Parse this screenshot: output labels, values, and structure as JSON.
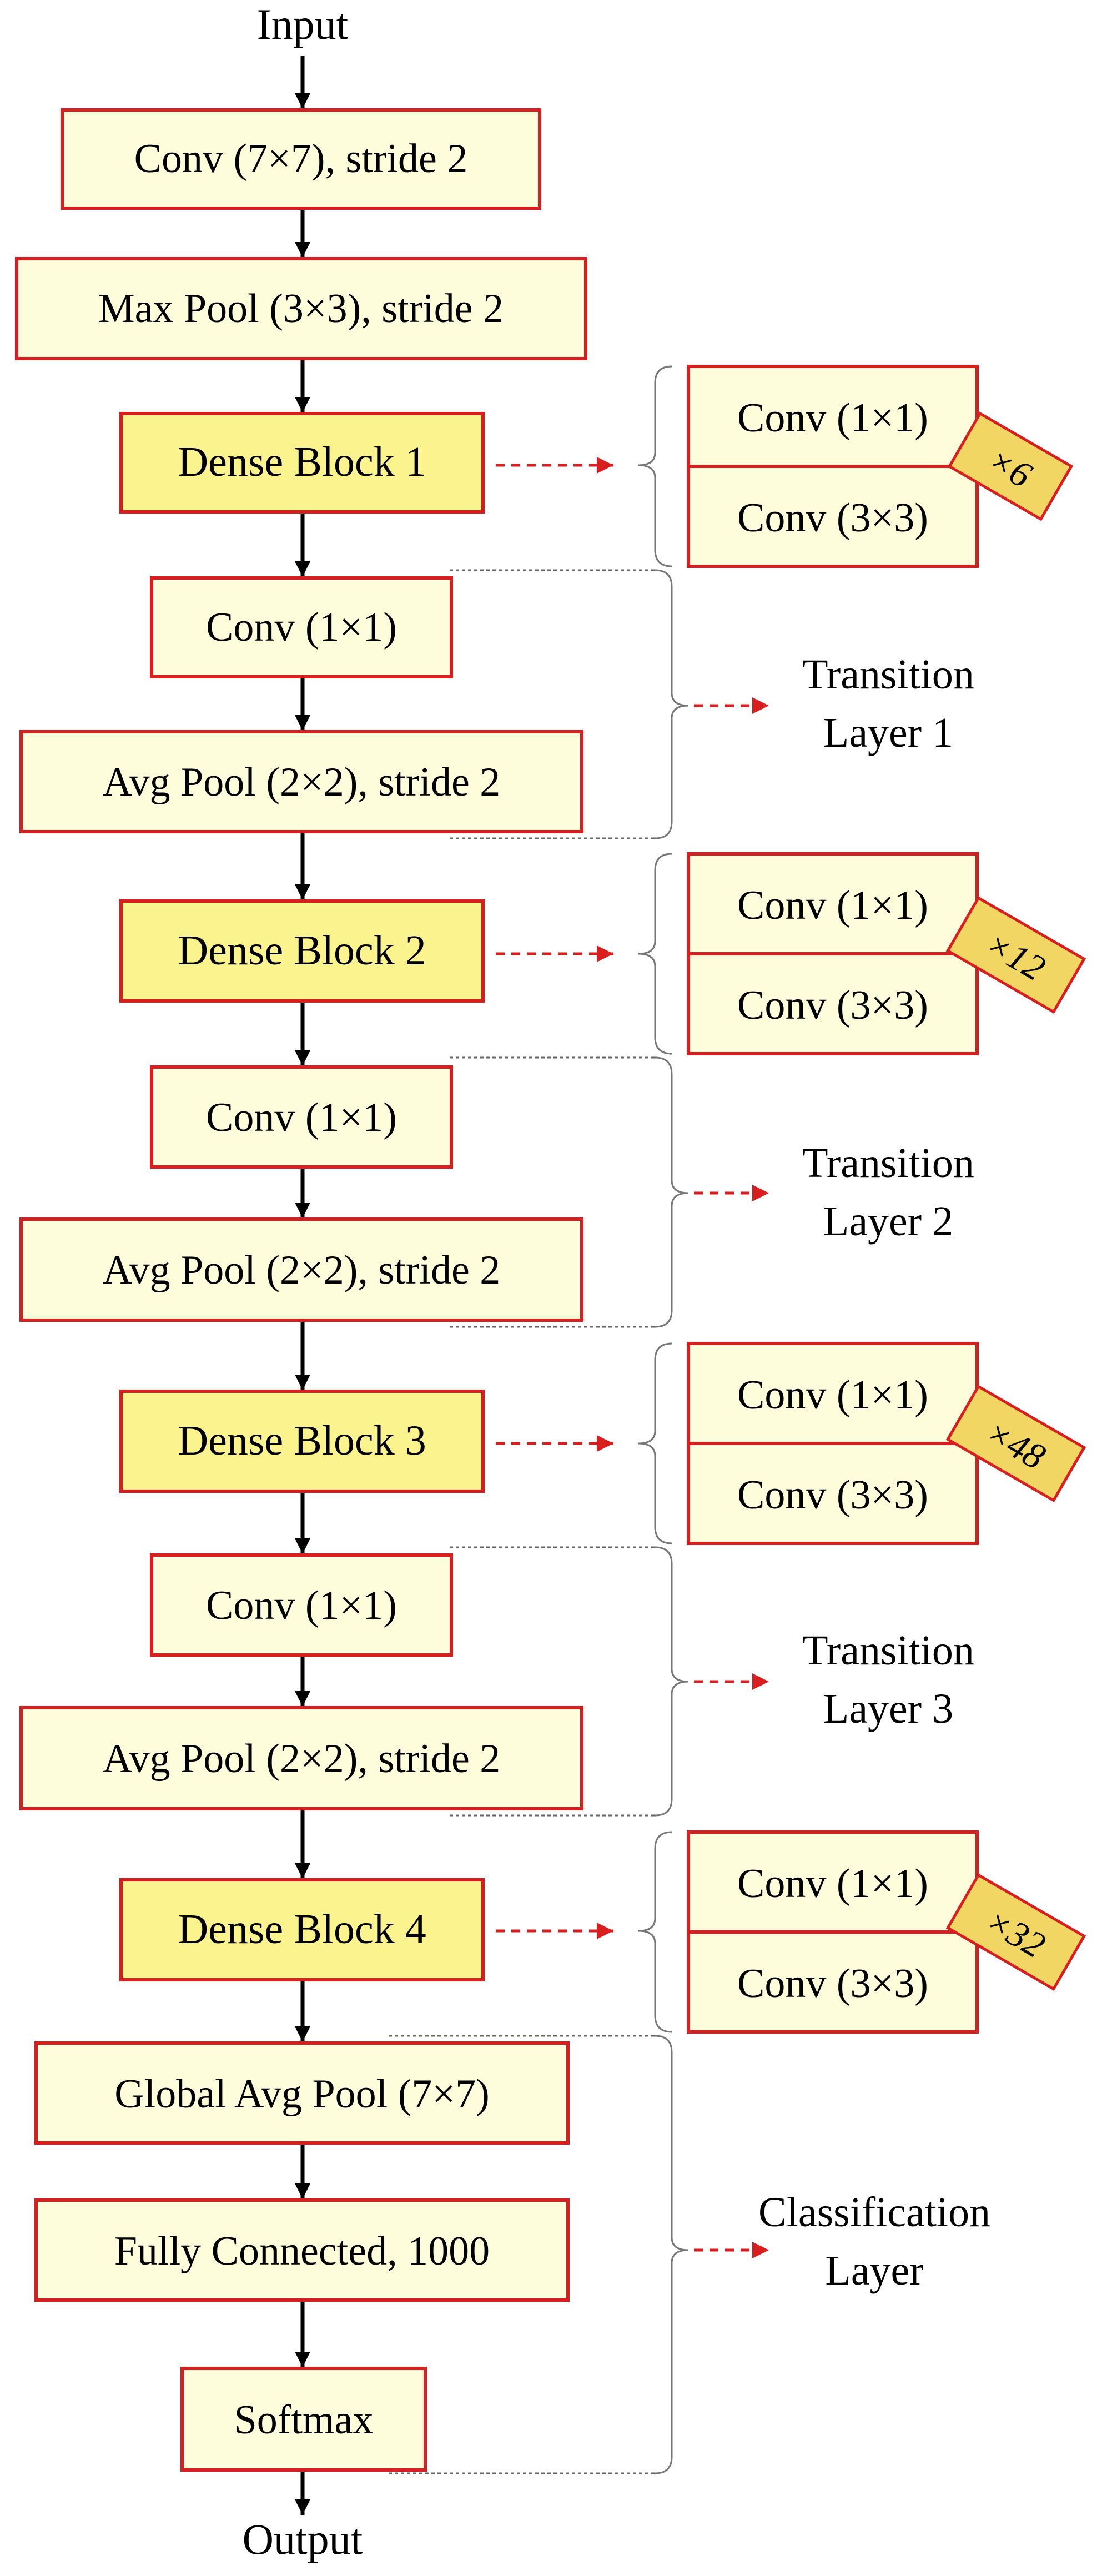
{
  "io": {
    "input": "Input",
    "output": "Output"
  },
  "main_column": [
    {
      "id": "conv7",
      "label": "Conv (7×7), stride 2",
      "kind": "plain"
    },
    {
      "id": "maxpool",
      "label": "Max Pool (3×3), stride 2",
      "kind": "plain"
    },
    {
      "id": "dense1",
      "label": "Dense Block 1",
      "kind": "dense"
    },
    {
      "id": "t1-conv",
      "label": "Conv (1×1)",
      "kind": "plain"
    },
    {
      "id": "t1-pool",
      "label": "Avg Pool (2×2), stride 2",
      "kind": "plain"
    },
    {
      "id": "dense2",
      "label": "Dense Block 2",
      "kind": "dense"
    },
    {
      "id": "t2-conv",
      "label": "Conv (1×1)",
      "kind": "plain"
    },
    {
      "id": "t2-pool",
      "label": "Avg Pool (2×2), stride 2",
      "kind": "plain"
    },
    {
      "id": "dense3",
      "label": "Dense Block 3",
      "kind": "dense"
    },
    {
      "id": "t3-conv",
      "label": "Conv (1×1)",
      "kind": "plain"
    },
    {
      "id": "t3-pool",
      "label": "Avg Pool (2×2), stride 2",
      "kind": "plain"
    },
    {
      "id": "dense4",
      "label": "Dense Block 4",
      "kind": "dense"
    },
    {
      "id": "gap",
      "label": "Global Avg Pool (7×7)",
      "kind": "plain"
    },
    {
      "id": "fc",
      "label": "Fully Connected, 1000",
      "kind": "plain"
    },
    {
      "id": "softmax",
      "label": "Softmax",
      "kind": "plain"
    }
  ],
  "dense_details": [
    {
      "block": "dense1",
      "top": "Conv (1×1)",
      "bottom": "Conv (3×3)",
      "repeat": "×6"
    },
    {
      "block": "dense2",
      "top": "Conv (1×1)",
      "bottom": "Conv (3×3)",
      "repeat": "×12"
    },
    {
      "block": "dense3",
      "top": "Conv (1×1)",
      "bottom": "Conv (3×3)",
      "repeat": "×48"
    },
    {
      "block": "dense4",
      "top": "Conv (1×1)",
      "bottom": "Conv (3×3)",
      "repeat": "×32"
    }
  ],
  "group_labels": [
    {
      "id": "transition1",
      "lines": [
        "Transition",
        "Layer 1"
      ]
    },
    {
      "id": "transition2",
      "lines": [
        "Transition",
        "Layer 2"
      ]
    },
    {
      "id": "transition3",
      "lines": [
        "Transition",
        "Layer 3"
      ]
    },
    {
      "id": "classification",
      "lines": [
        "Classification",
        "Layer"
      ]
    }
  ],
  "colors": {
    "box_border": "#d81e1e",
    "plain_fill": "#fdfcdb",
    "dense_fill": "#fbf38e",
    "badge_fill": "#f2d664",
    "arrow": "#000000"
  }
}
